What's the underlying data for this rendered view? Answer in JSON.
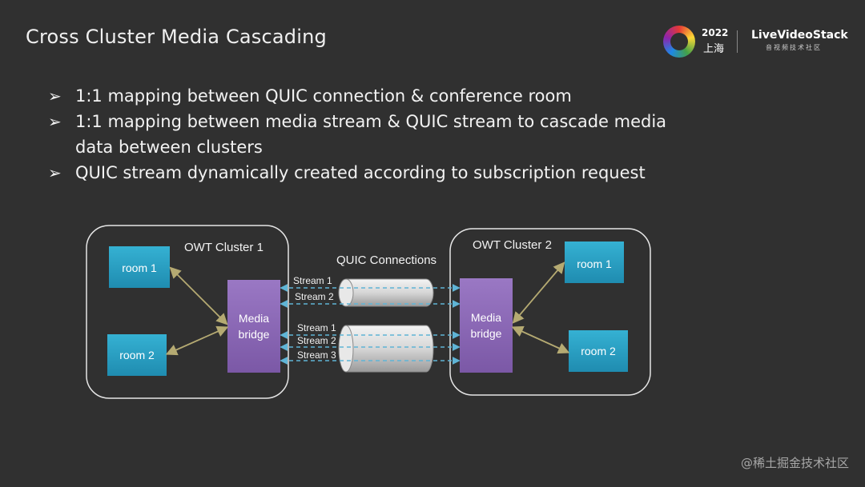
{
  "slide": {
    "title": "Cross Cluster Media Cascading",
    "logo": {
      "year": "2022",
      "city": "上海",
      "brand": "LiveVideoStack",
      "subtitle": "音视频技术社区"
    },
    "bullets": [
      "1:1 mapping between QUIC connection & conference room",
      "1:1 mapping between media stream & QUIC stream to cascade media data between clusters",
      "QUIC stream dynamically created according to subscription request"
    ],
    "bullet_marker": "➢",
    "watermark": "@稀土掘金技术社区"
  },
  "diagram": {
    "cluster1": {
      "label": "OWT  Cluster 1",
      "rooms": [
        "room 1",
        "room 2"
      ],
      "bridge": [
        "Media",
        "bridge"
      ]
    },
    "cluster2": {
      "label": "OWT Cluster 2",
      "rooms": [
        "room 1",
        "room 2"
      ],
      "bridge": [
        "Media",
        "bridge"
      ]
    },
    "connections_label": "QUIC Connections",
    "connection1_streams": [
      "Stream 1",
      "Stream 2"
    ],
    "connection2_streams": [
      "Stream 1",
      "Stream 2",
      "Stream 3"
    ],
    "colors": {
      "room": "#2aa2c5",
      "bridge": "#8f6bb8",
      "arrow": "#b5aa72",
      "dashed": "#5fb4d6"
    }
  }
}
